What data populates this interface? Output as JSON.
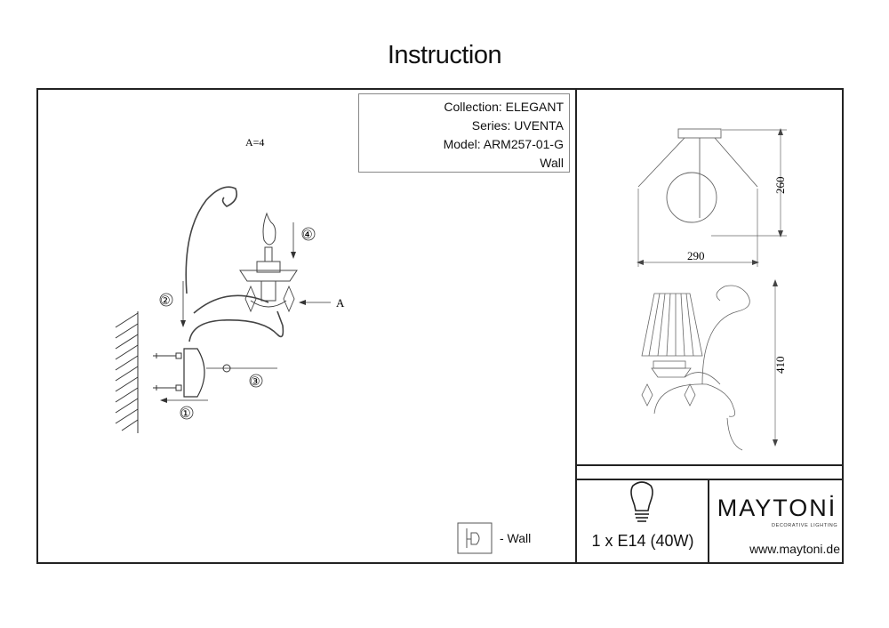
{
  "page": {
    "title": "Instruction"
  },
  "info": {
    "collection": "Collection: ELEGANT",
    "series": "Series: UVENTA",
    "model": "Model: ARM257-01-G",
    "mount": "Wall"
  },
  "assembly": {
    "part_count_label": "A=4",
    "callout_a": "A",
    "steps": [
      "①",
      "②",
      "③",
      "④"
    ]
  },
  "dimensions": {
    "height_top": "260",
    "width": "290",
    "height_total": "410"
  },
  "bulb": {
    "spec": "1 x E14 (40W)"
  },
  "brand": {
    "name": "MAYTONİ",
    "tagline": "DECORATIVE LIGHTING",
    "website": "www.maytoni.de"
  },
  "legend": {
    "wall": "- Wall"
  }
}
